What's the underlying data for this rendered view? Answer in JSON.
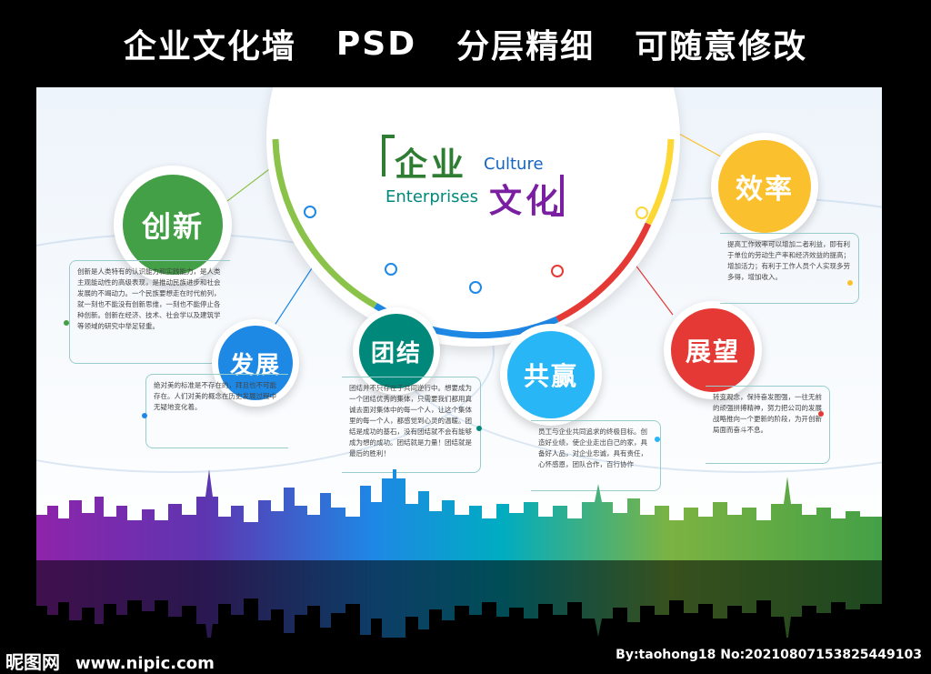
{
  "banner": {
    "part1": "企业文化墙",
    "part2": "PSD",
    "part3": "分层精细",
    "part4": "可随意修改"
  },
  "logo": {
    "cn_top": "企业",
    "en_top": "Culture",
    "en_bottom": "Enterprises",
    "cn_bottom": "文化"
  },
  "nodes": {
    "chuangxin": {
      "label": "创新",
      "color": "#43a047",
      "text": "创新是人类特有的认识能力和实践能力，是人类主观能动性的高级表现，是推动民族进步和社会发展的不竭动力。一个民族要想走在时代前列，就一刻也不能没有创新思维，一刻也不能停止各种创新。创新在经济、技术、社会学以及建筑学等领域的研究中举足轻重。"
    },
    "fazhan": {
      "label": "发展",
      "color": "#1e88e5",
      "text": "绝对美的标准是不存在的，拜且也不可能存在。人们对美的概念在历史发展过程中无疑地变化着。"
    },
    "tuanjie": {
      "label": "团结",
      "color": "#00897b",
      "text": "团结并不只存在于共同逆行中。想要成为一个团结优秀的集体，只需要我们都用真诚去面对集体中的每一个人，让这个集体里的每一个人，都感觉到心灵的温暖。团结是成功的基石，没有团结就不会有能够成为想的成功。团结就是力量！团结就是最后的胜利！"
    },
    "gongying": {
      "label": "共赢",
      "color": "#29b6f6",
      "text": "员工与企业共同追求的终极目标。创造好业绩，使企业走出自己的家，具备好人品，对企业忠诚，具有责任，心怀感恩，团队合作，百行协作"
    },
    "zhanwang": {
      "label": "展望",
      "color": "#e53935",
      "text": "转变观念，保持奋发图强，一往无前的顽强拼搏精神，努力把公司的发展战略推向一个更新的阶段，为开创新局面而奋斗不息。"
    },
    "xiaolv": {
      "label": "效率",
      "color": "#fbc02d",
      "text": "提高工作效率可以增加二者利益，即有利于单位的劳动生产率和经济效益的提高；增加活力；有利于工作人员个人实现多劳多得，增加收入。"
    }
  },
  "footer": {
    "site": "昵图网",
    "url": "www.nipic.com",
    "credit": "By:taohong18 No:20210807153825449103"
  },
  "colors": {
    "ring_green": "#8bc34a",
    "ring_blue": "#1e88e5",
    "ring_red": "#e53935",
    "ring_yellow": "#fdd835"
  }
}
